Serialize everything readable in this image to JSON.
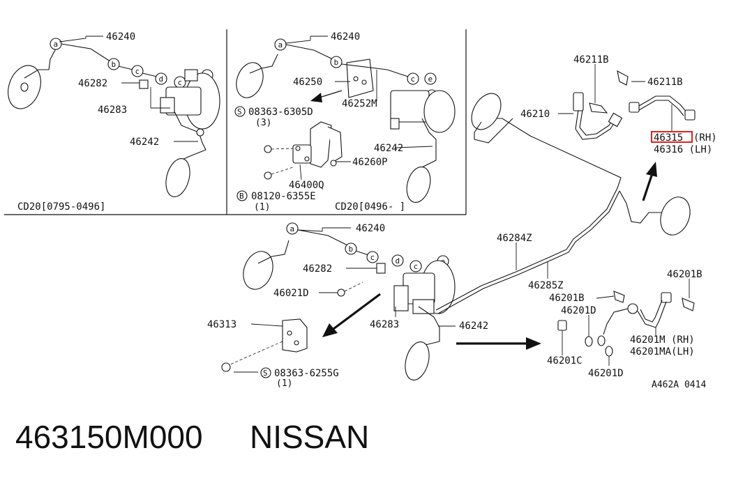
{
  "panels": {
    "top_left_caption": "CD20[0795-0496]",
    "top_right_caption": "CD20[0496-    ]"
  },
  "callouts": {
    "p46240": "46240",
    "p46282": "46282",
    "p46283": "46283",
    "p46242": "46242",
    "p46250": "46250",
    "p46252M": "46252M",
    "p08363_6305D": "08363-6305D",
    "qty3": "(3)",
    "p46260P": "46260P",
    "p46400Q": "46400Q",
    "p08120_6355E": "08120-6355E",
    "qty1": "(1)",
    "p46211B": "46211B",
    "p46210": "46210",
    "p46315_num": "46315",
    "p46315_side": "(RH)",
    "p46316": "46316 (LH)",
    "p46284Z": "46284Z",
    "p46285Z": "46285Z",
    "p46021D": "46021D",
    "p46313": "46313",
    "p08363_6255G": "08363-6255G",
    "p46201B": "46201B",
    "p46201D": "46201D",
    "p46201M": "46201M (RH)",
    "p46201MA": "46201MA(LH)",
    "p46201C": "46201C",
    "diagram_code": "A462A 0414"
  },
  "markers": {
    "a": "a",
    "b": "b",
    "c": "c",
    "d": "d",
    "e": "e",
    "S": "S",
    "B": "B"
  },
  "highlight": {
    "part": "46315",
    "color": "#e02020"
  },
  "footer": {
    "part_number": "463150M000",
    "brand": "NISSAN"
  }
}
